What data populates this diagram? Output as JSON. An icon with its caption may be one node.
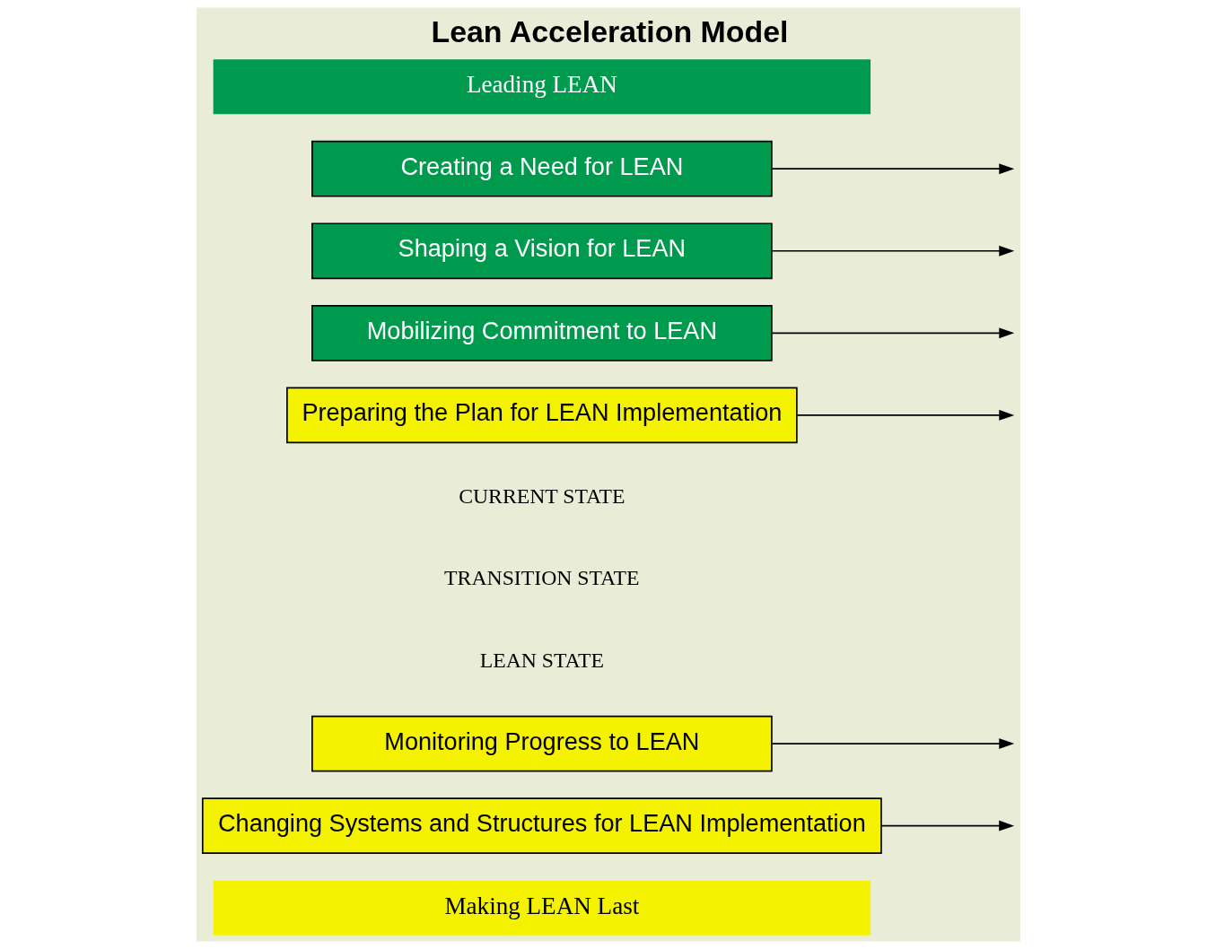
{
  "diagram": {
    "title": "Lean Acceleration Model",
    "nodes": [
      {
        "text": [
          "Leading LEAN"
        ]
      },
      {
        "text": [
          "Creating a Need for LEAN"
        ]
      },
      {
        "text": [
          "Shaping a Vision for LEAN"
        ]
      },
      {
        "text": [
          "Mobilizing Commitment to LEAN"
        ]
      },
      {
        "text": [
          "Preparing the Plan for LEAN Implementation"
        ]
      },
      {
        "text": [
          "Monitoring Progress to LEAN"
        ]
      },
      {
        "text": [
          "Changing Systems and Structures for LEAN Implementation"
        ]
      },
      {
        "text": [
          "Making LEAN Last"
        ]
      }
    ],
    "edges": [
      {
        "from": 1,
        "to": null,
        "arrow": "to"
      },
      {
        "from": 2,
        "to": null,
        "arrow": "to"
      },
      {
        "from": 3,
        "to": null,
        "arrow": "to"
      },
      {
        "from": 4,
        "to": null,
        "arrow": "to"
      },
      {
        "from": 5,
        "to": null,
        "arrow": "to"
      },
      {
        "from": 6,
        "to": null,
        "arrow": "to"
      }
    ],
    "labels": [
      "CURRENT STATE",
      "TRANSITION STATE",
      "LEAN STATE"
    ]
  }
}
